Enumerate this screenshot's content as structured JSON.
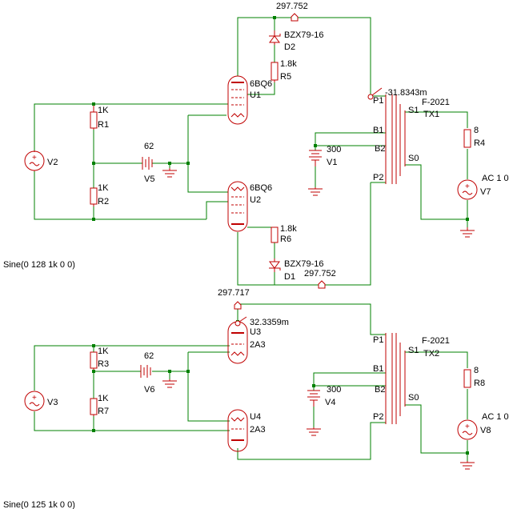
{
  "colors": {
    "wire": "#008000",
    "component": "#c00000",
    "text": "#000000",
    "background": "#ffffff"
  },
  "probes": {
    "top_b_plus": "297.752",
    "top_cathode": "-31.8343m",
    "top_b_plus_2": "297.752",
    "bot_b_plus": "297.717",
    "bot_cathode": "32.3359m"
  },
  "circuit_top": {
    "sources": [
      {
        "name": "V2",
        "value": ""
      },
      {
        "name": "V5",
        "value": "62"
      },
      {
        "name": "V1",
        "value": "300"
      },
      {
        "name": "V7",
        "value": "AC 1 0"
      }
    ],
    "source_spec": "Sine(0 128 1k 0 0)",
    "resistors": [
      {
        "name": "R1",
        "value": "1K"
      },
      {
        "name": "R2",
        "value": "1K"
      },
      {
        "name": "R5",
        "value": "1.8k"
      },
      {
        "name": "R6",
        "value": "1.8k"
      },
      {
        "name": "R4",
        "value": "8"
      }
    ],
    "diodes": [
      {
        "name": "D2",
        "value": "BZX79-16"
      },
      {
        "name": "D1",
        "value": "BZX79-16"
      }
    ],
    "tubes": [
      {
        "name": "U1",
        "value": "6BQ6"
      },
      {
        "name": "U2",
        "value": "6BQ6"
      }
    ],
    "transformer": {
      "name": "TX1",
      "value": "F-2021",
      "pins": {
        "p1": "P1",
        "p2": "P2",
        "b1": "B1",
        "b2": "B2",
        "s1": "S1",
        "s0": "S0"
      }
    }
  },
  "circuit_bottom": {
    "sources": [
      {
        "name": "V3",
        "value": ""
      },
      {
        "name": "V6",
        "value": "62"
      },
      {
        "name": "V4",
        "value": "300"
      },
      {
        "name": "V8",
        "value": "AC 1 0"
      }
    ],
    "source_spec": "Sine(0 125 1k 0 0)",
    "resistors": [
      {
        "name": "R3",
        "value": "1K"
      },
      {
        "name": "R7",
        "value": "1K"
      },
      {
        "name": "R8",
        "value": "8"
      }
    ],
    "tubes": [
      {
        "name": "U3",
        "value": "2A3"
      },
      {
        "name": "U4",
        "value": "2A3"
      }
    ],
    "transformer": {
      "name": "TX2",
      "value": "F-2021",
      "pins": {
        "p1": "P1",
        "p2": "P2",
        "b1": "B1",
        "b2": "B2",
        "s1": "S1",
        "s0": "S0"
      }
    }
  }
}
